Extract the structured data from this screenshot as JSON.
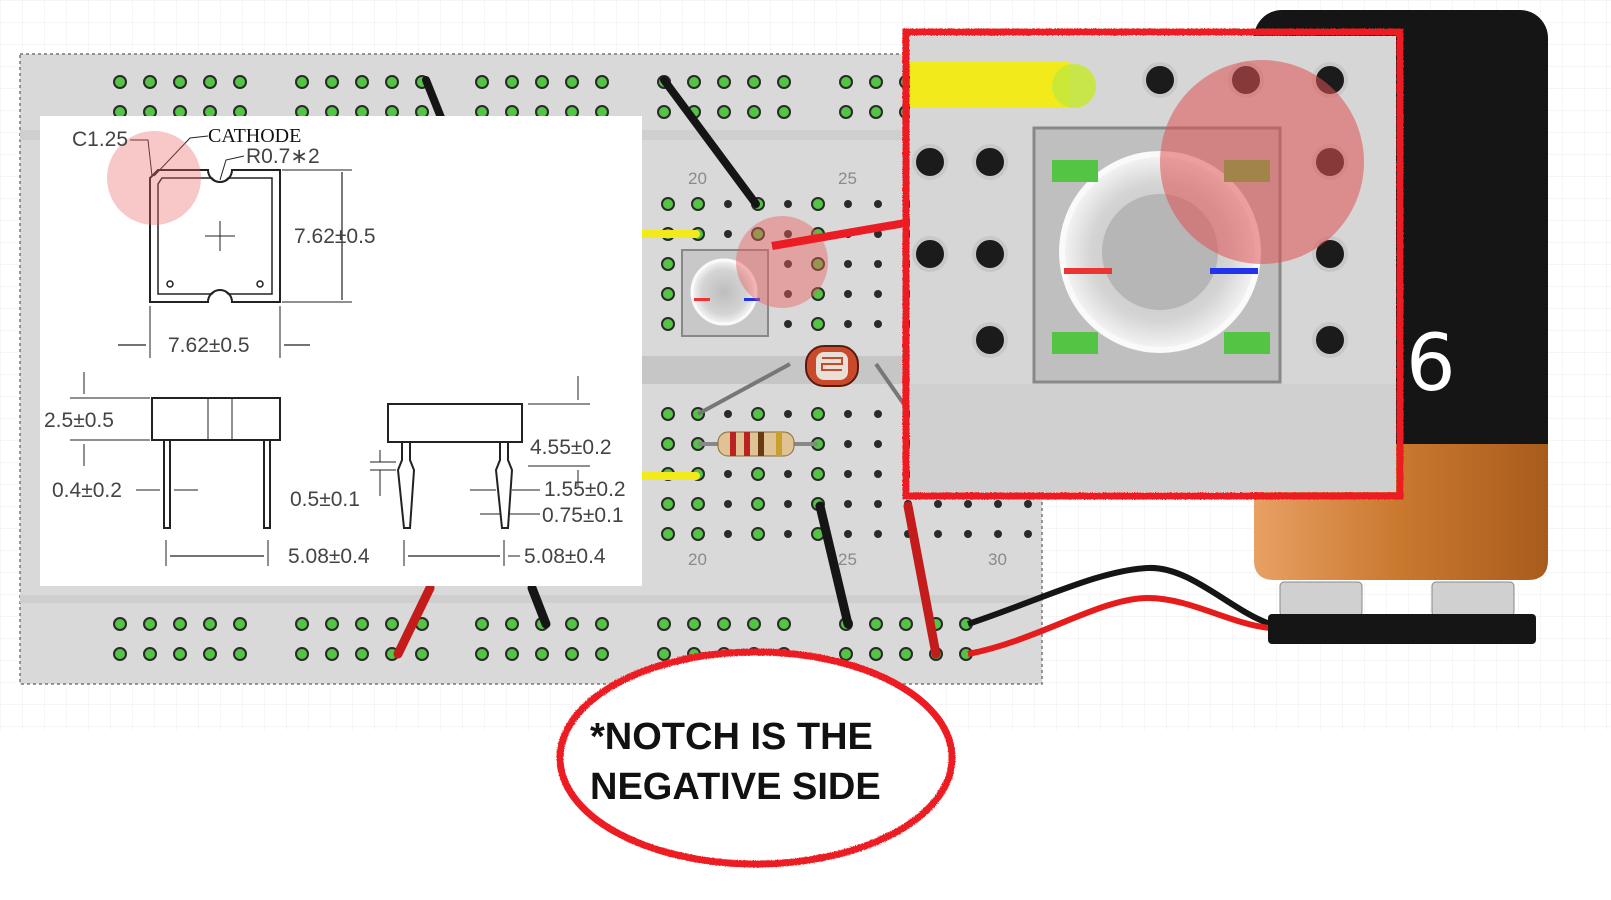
{
  "diagram": {
    "callout": {
      "line1": "*NOTCH IS THE",
      "line2": "NEGATIVE SIDE"
    },
    "battery": {
      "label": "6",
      "body_color": "#c9782e",
      "top_color": "#151515"
    },
    "breadboard": {
      "column_labels_top": [
        "20",
        "25"
      ],
      "column_labels_bottom": [
        "20",
        "25",
        "30"
      ]
    },
    "datasheet": {
      "c125": "C1.25",
      "cathode": "CATHODE",
      "r07": "R0.7∗2",
      "height_762": "7.62±0.5",
      "width_762": "7.62±0.5",
      "d_25": "2.5±0.5",
      "d_04": "0.4±0.2",
      "d_508a": "5.08±0.4",
      "d_455": "4.55±0.2",
      "d_05": "0.5±0.1",
      "d_155": "1.55±0.2",
      "d_075": "0.75±0.1",
      "d_508b": "5.08±0.4"
    },
    "colors": {
      "highlight": "#e8222a",
      "wire_yellow": "#f2ea1a",
      "wire_red": "#c41b1b",
      "wire_black": "#151515",
      "board": "#d9d9d9",
      "hole_green": "#53c443"
    }
  }
}
